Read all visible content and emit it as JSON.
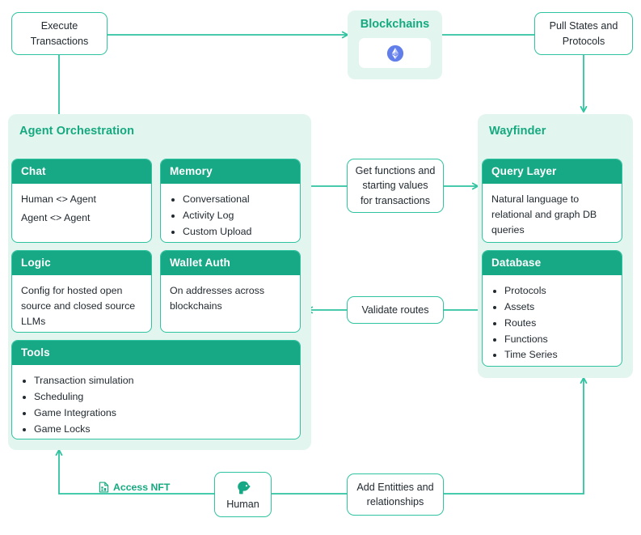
{
  "diagram": {
    "title": "Agent Orchestration and Wayfinder architecture",
    "colors": {
      "accent_teal": "#17a885",
      "line_teal": "#2fc3a0",
      "panel_tint": "#e3f5ef",
      "title_green": "#15a97f",
      "text_dark": "#222a31",
      "ethereum_blue": "#627EEA"
    }
  },
  "nodes": {
    "execute_transactions": {
      "label": "Execute\nTransactions",
      "line1": "Execute",
      "line2": "Transactions"
    },
    "pull_states": {
      "label": "Pull States and Protocols",
      "line1": "Pull States and",
      "line2": "Protocols"
    },
    "get_functions": {
      "line1": "Get functions and",
      "line2": "starting values",
      "line3": "for transactions"
    },
    "validate_routes": {
      "label": "Validate routes"
    },
    "add_entities": {
      "line1": "Add Entitties and",
      "line2": "relationships"
    },
    "human": {
      "label": "Human",
      "icon": "human-head-icon"
    },
    "access_nft": {
      "label": "Access NFT",
      "icon": "nft-document-icon"
    }
  },
  "blockchains": {
    "title": "Blockchains",
    "chips": [
      {
        "name": "ethereum",
        "icon": "ethereum-icon"
      }
    ]
  },
  "agent_orchestration": {
    "title": "Agent Orchestration",
    "cards": [
      {
        "title": "Chat",
        "kind": "lines",
        "lines": [
          "Human <> Agent",
          "Agent <> Agent"
        ]
      },
      {
        "title": "Memory",
        "kind": "bullets",
        "bullets": [
          "Conversational",
          "Activity Log",
          "Custom Upload"
        ]
      },
      {
        "title": "Logic",
        "kind": "lines",
        "lines": [
          "Config for hosted open source and closed source LLMs"
        ]
      },
      {
        "title": "Wallet Auth",
        "kind": "lines",
        "lines": [
          "On addresses across blockchains"
        ]
      },
      {
        "title": "Tools",
        "kind": "bullets",
        "bullets": [
          "Transaction simulation",
          "Scheduling",
          "Game Integrations",
          "Game Locks"
        ]
      }
    ]
  },
  "wayfinder": {
    "title": "Wayfinder",
    "cards": [
      {
        "title": "Query Layer",
        "kind": "lines",
        "lines": [
          "Natural language to relational and graph DB queries"
        ]
      },
      {
        "title": "Database",
        "kind": "bullets",
        "bullets": [
          "Protocols",
          "Assets",
          "Routes",
          "Functions",
          "Time Series"
        ]
      }
    ]
  }
}
